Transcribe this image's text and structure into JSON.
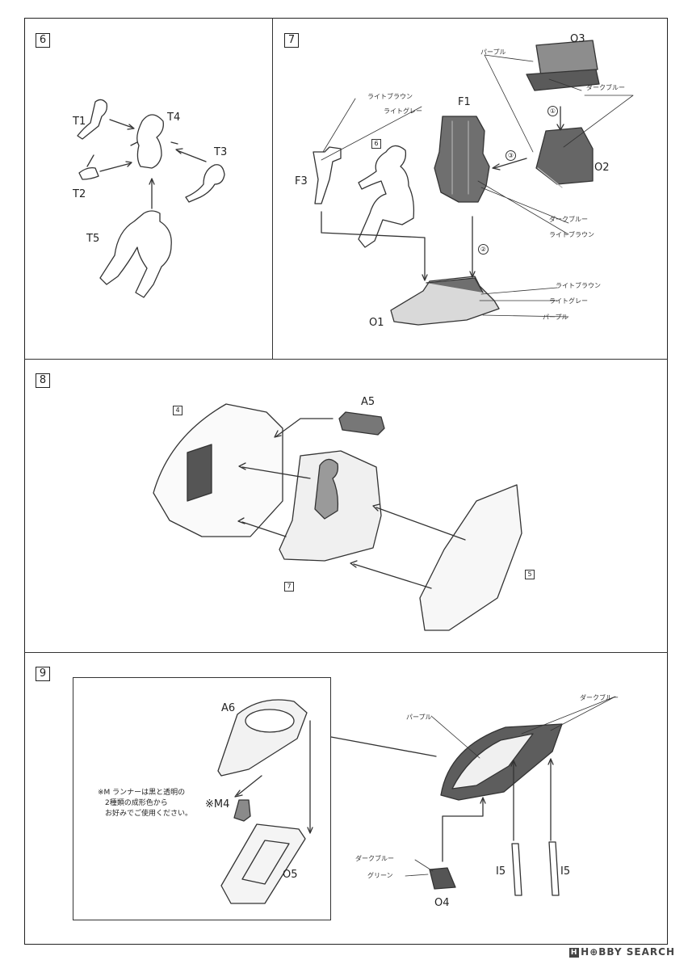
{
  "steps": {
    "s6": {
      "number": "6",
      "parts": {
        "t1": "T1",
        "t2": "T2",
        "t3": "T3",
        "t4": "T4",
        "t5": "T5"
      }
    },
    "s7": {
      "number": "7",
      "ref_step": "6",
      "parts": {
        "o3": "O3",
        "f1": "F1",
        "o2": "O2",
        "f3": "F3",
        "o1": "O1"
      },
      "order": {
        "c1": "①",
        "c2": "②",
        "c3": "③"
      },
      "colors": {
        "purple_top": "パープル",
        "darkblue_top": "ダークブルー",
        "lightbrown_top": "ライトブラウン",
        "lightgray_top": "ライトグレー",
        "darkblue_mid": "ダークブルー",
        "lightbrown_mid": "ライトブラウン",
        "lightbrown_low": "ライトブラウン",
        "lightgray_low": "ライトグレー",
        "purple_low": "パープル"
      }
    },
    "s8": {
      "number": "8",
      "parts": {
        "a5": "A5"
      },
      "refs": {
        "r4": "4",
        "r7": "7",
        "r5": "5"
      }
    },
    "s9": {
      "number": "9",
      "parts": {
        "a6": "A6",
        "m4": "※M4",
        "o5": "O5",
        "o4": "O4",
        "i5a": "I5",
        "i5b": "I5"
      },
      "note": [
        "※M ランナーは黒と透明の",
        "2種類の成形色から",
        "お好みでご使用ください。"
      ],
      "colors": {
        "darkblue_top": "ダークブルー",
        "purple": "パープル",
        "darkblue_low": "ダークブルー",
        "green": "グリーン"
      }
    }
  },
  "watermark": "H⊕BBY SEARCH"
}
